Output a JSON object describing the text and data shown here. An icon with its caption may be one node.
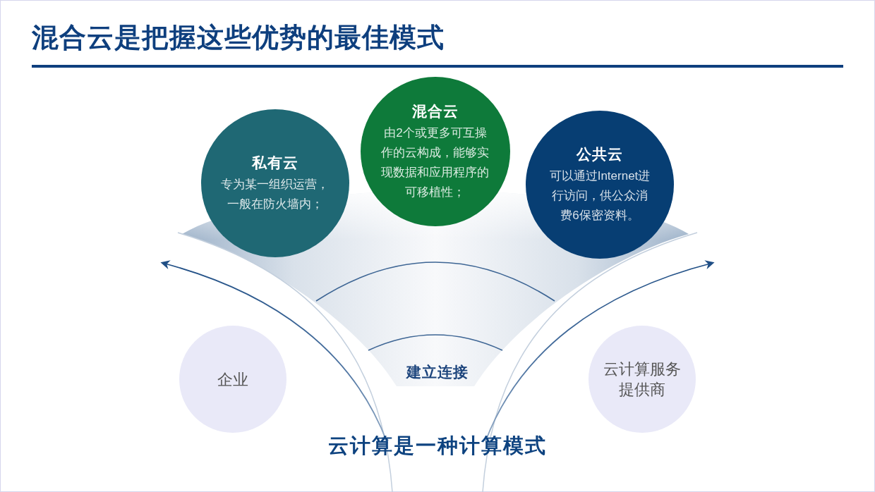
{
  "diagram": {
    "title": "混合云是把握这些优势的最佳模式",
    "nodes": [
      {
        "text": [
          "私有云",
          "专为某一组织运营，一般在防火墙内；"
        ]
      },
      {
        "text": [
          "混合云",
          "由2个或更多可互操作的云构成，能够实现数据和应用程序的可移植性；"
        ]
      },
      {
        "text": [
          "公共云",
          "可以通过Internet进行访问，供公众消费6保密资料。"
        ]
      },
      {
        "text": [
          "企业"
        ]
      },
      {
        "text": [
          "云计算服务提供商"
        ]
      }
    ],
    "labels": [
      "建立连接",
      "云计算是一种计算模式"
    ]
  }
}
